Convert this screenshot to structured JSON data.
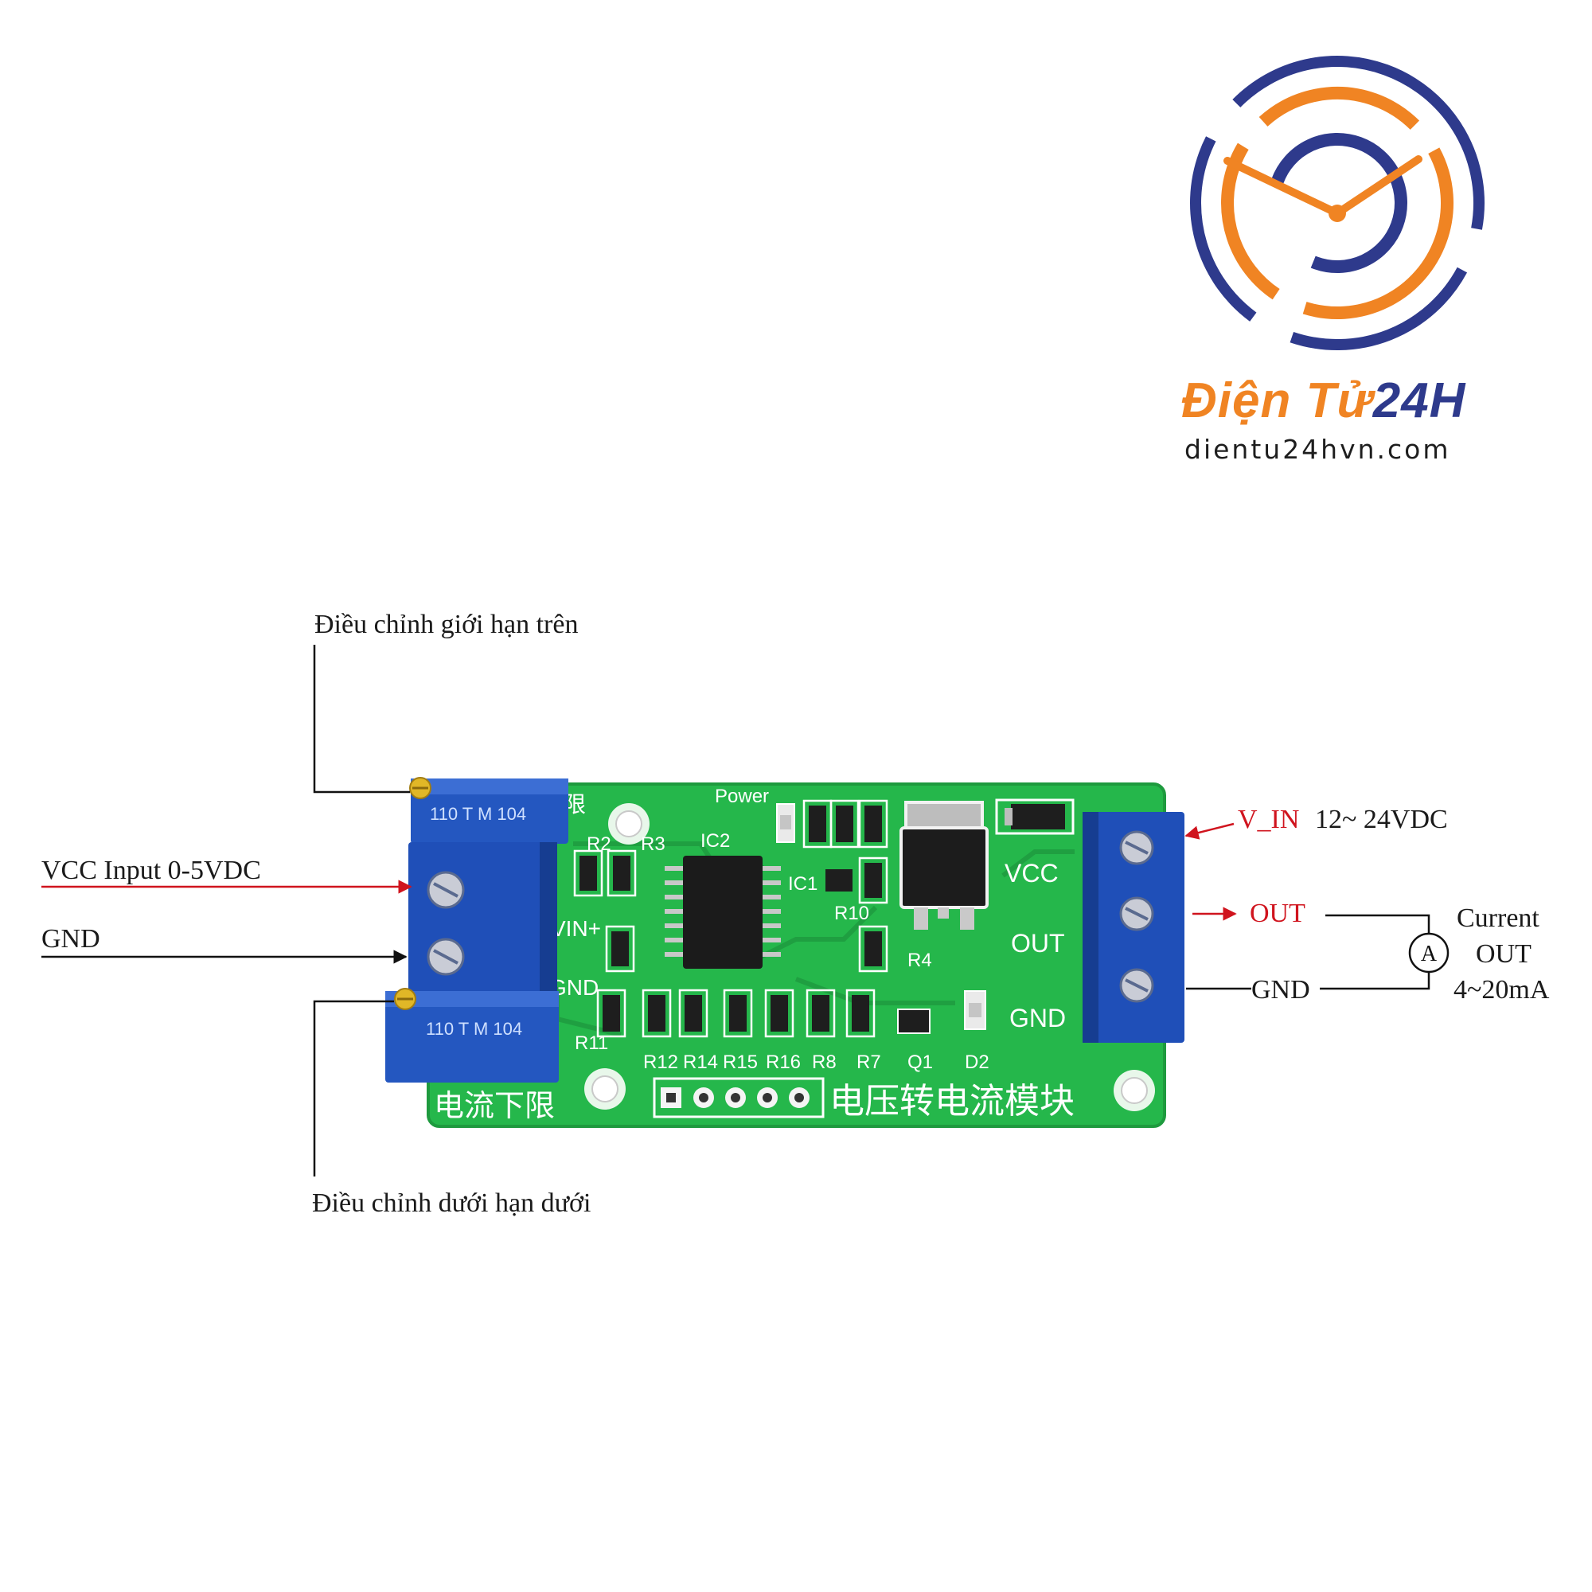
{
  "logo": {
    "brand_part1": "Điện Tử",
    "brand_part2": "24H",
    "website": "dientu24hvn.com",
    "colors": {
      "orange": "#f08423",
      "blue": "#2e3a8c"
    },
    "icon": "clock-icon"
  },
  "labels": {
    "upper_limit": "Điều chỉnh giới hạn trên",
    "lower_limit": "Điều chỉnh dưới hạn dưới",
    "vcc_input": "VCC Input 0-5VDC",
    "gnd_left": "GND",
    "v_in_name": "V_IN",
    "v_in_range": "12~ 24VDC",
    "out": "OUT",
    "gnd_right": "GND",
    "current_line1": "Current",
    "current_line2": "OUT",
    "current_line3": "4~20mA",
    "ammeter_symbol": "A"
  },
  "board": {
    "silk": {
      "power": "Power",
      "ic2": "IC2",
      "ic1": "IC1",
      "r2": "R2",
      "r3": "R3",
      "r4": "R4",
      "r10": "R10",
      "r11": "R11",
      "r12": "R12",
      "r14": "R14",
      "r15": "R15",
      "r16": "R16",
      "r8": "R8",
      "r7": "R7",
      "q1": "Q1",
      "d2": "D2",
      "vin_plus": "VIN+",
      "gnd_left": "GND",
      "vcc": "VCC",
      "out": "OUT",
      "gnd_right": "GND",
      "title_cn": "电压转电流模块",
      "lower_cn": "电流下限",
      "upper_cn": "限",
      "trimmer_top": "110 T  M 104",
      "trimmer_bottom": "110 T  M 104"
    },
    "colors": {
      "pcb": "#25b74b",
      "terminal": "#1f4fb8",
      "silkscreen": "#ffffff"
    }
  }
}
